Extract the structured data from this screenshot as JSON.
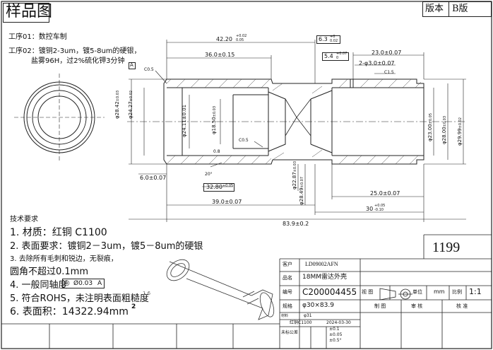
{
  "header": {
    "title": "样品图",
    "version_label": "版本",
    "version_value": "B版"
  },
  "process_notes": [
    "工序01：数控车制",
    "工序02：镀铜2-3um，镀5-8um的硬银，",
    "盐雾96H，过2%硫化钾3分钟"
  ],
  "dimensions": {
    "top": {
      "d42": "42.20",
      "d42_tol_upper": "+0.02",
      "d42_tol_lower": "0.05",
      "d36": "36.0±0.15",
      "d6_3": "6.3",
      "d6_3_tol_upper": "+0",
      "d6_3_tol_lower": "0.02",
      "d5_4": "5.4",
      "d5_4_tol_upper": "+0.07",
      "d5_4_tol_lower": "0",
      "d23": "23.0±0.07",
      "d2": "2-φ3.0±0.07",
      "c1_5": "C1.5",
      "c0_5": "C0.5",
      "datum": "A"
    },
    "vertical": {
      "d28_42": "φ28.42",
      "d28_42_tol": "±0.03",
      "d24_27": "φ24.27",
      "d24_27_tol": "±0.02",
      "d24_11": "φ24.11±0.01",
      "d18_50": "φ18.50",
      "d18_50_tol": "±0.03",
      "d22_87": "φ22.87",
      "d22_87_tol": "±0.03",
      "d28_49": "φ28.49",
      "d28_49_tol": "±0.07",
      "d23_00": "φ23.00",
      "d23_00_tol": "±0.05",
      "d28_00": "φ28.00",
      "d28_00_tol": "±0.03",
      "d29_99": "φ29.99",
      "d29_99_tol": "±0.02"
    },
    "bottom": {
      "c0_5b": "C0.5",
      "d0_8": "0.8",
      "angle20": "20°",
      "d6": "6.0±0.07",
      "d32_80": "32.80",
      "d32_80_tol": "+0.05",
      "d39": "39.0±0.07",
      "d25": "25.0±0.07",
      "d30": "30",
      "d30_tol_upper": "+0.05",
      "d30_tol_lower": "-0.10",
      "d83_9": "83.9±0.2"
    }
  },
  "tech_requirements": {
    "heading": "技术要求",
    "items": [
      "1. 材质：红铜  C1100",
      "2. 表面要求：镀铜2－3um，镀5－8um的硬银",
      "3. 去除所有毛刺和锐边，无裂痕，",
      "圆角不超过0.1mm",
      "4. 一般同轴度",
      "5. 符合ROHS，未注明表面粗糙度",
      "6. 表面积：14322.94mm"
    ],
    "coax_symbol": "◎",
    "coax_value": "Ø0.03",
    "coax_datum": "A",
    "area_sup": "2",
    "roughness": "1.6"
  },
  "part_number": "1199",
  "title_block": {
    "customer_label": "客户",
    "customer_value": "LD09002AFN",
    "part_name_label": "品名",
    "part_name_value": "18MM雷达外壳",
    "code_label": "编号",
    "code_value": "C200004455",
    "view_label": "视 图",
    "unit_label": "单位",
    "unit_value": "mm",
    "scale_label": "比例",
    "scale_value": "1:1",
    "spec_label": "规格",
    "spec_value": "φ30×83.9",
    "design_label": "制  图",
    "review_label": "审  核",
    "approve_label": "核  准",
    "material_label": "材料",
    "material_value": "φ31",
    "tolerance_label": "未标公差",
    "date_row": "红铜C1100",
    "date_value": "2024-03-30",
    "tol_a": "±0.1",
    "tol_b": "±0.05",
    "tol_c": "±0.5°"
  }
}
